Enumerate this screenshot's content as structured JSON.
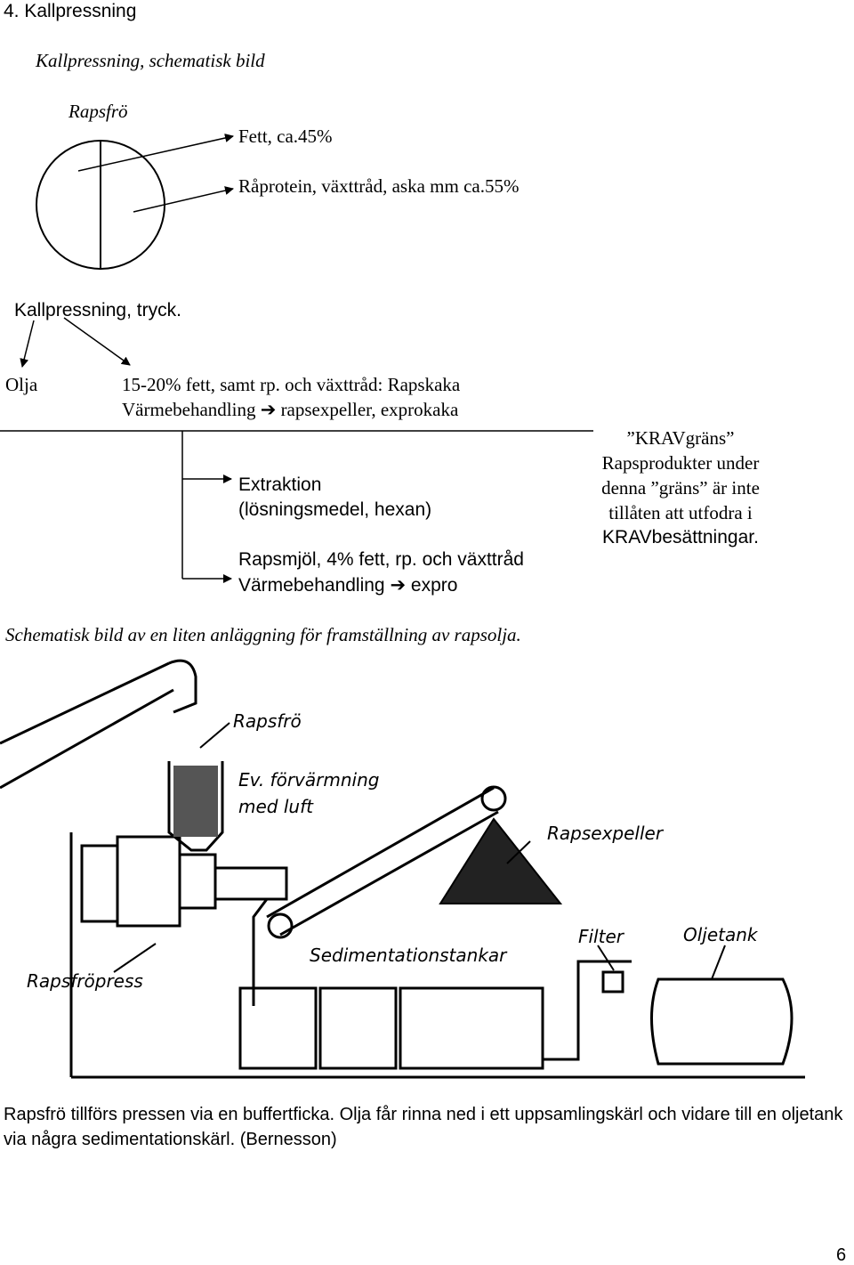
{
  "heading": "4.   Kallpressning",
  "schematic_title": "Kallpressning, schematisk bild",
  "seed_label": "Rapsfrö",
  "fat_label": "Fett,  ca.45%",
  "protein_label": "Råprotein, växttråd, aska mm ca.55%",
  "press_label": "Kallpressning, tryck.",
  "oil_label": "Olja",
  "cake_line1": "15-20% fett, samt rp. och växttråd: Rapskaka",
  "cake_line2_a": "Värmebehandling",
  "cake_line2_b": "rapsexpeller, exprokaka",
  "extraction_line1": "Extraktion",
  "extraction_line2": "(lösningsmedel, hexan)",
  "meal_line1": "Rapsmjöl, 4% fett, rp. och växttråd",
  "meal_line2_a": "Värmebehandling",
  "meal_line2_b": "expro",
  "krav": {
    "title": "”KRAVgräns”",
    "line1": "Rapsprodukter under",
    "line2": "denna ”gräns” är inte",
    "line3": "tillåten att utfodra i",
    "line4": "KRAVbesättningar."
  },
  "plant_heading": "Schematisk bild av en liten anläggning för framställning av rapsolja.",
  "figure_labels": {
    "seeds": "Rapsfrö",
    "preheat_1": "Ev. förvärmning",
    "preheat_2": "med luft",
    "expeller": "Rapsexpeller",
    "filter": "Filter",
    "oil_tank": "Oljetank",
    "sedimentation": "Sedimentationstankar",
    "press": "Rapsfröpress"
  },
  "caption": "Rapsfrö tillförs pressen via en buffertficka. Olja får rinna ned i ett uppsamlingskärl och vidare till en oljetank via några sedimentationskärl. (Bernesson)",
  "page_number": "6"
}
